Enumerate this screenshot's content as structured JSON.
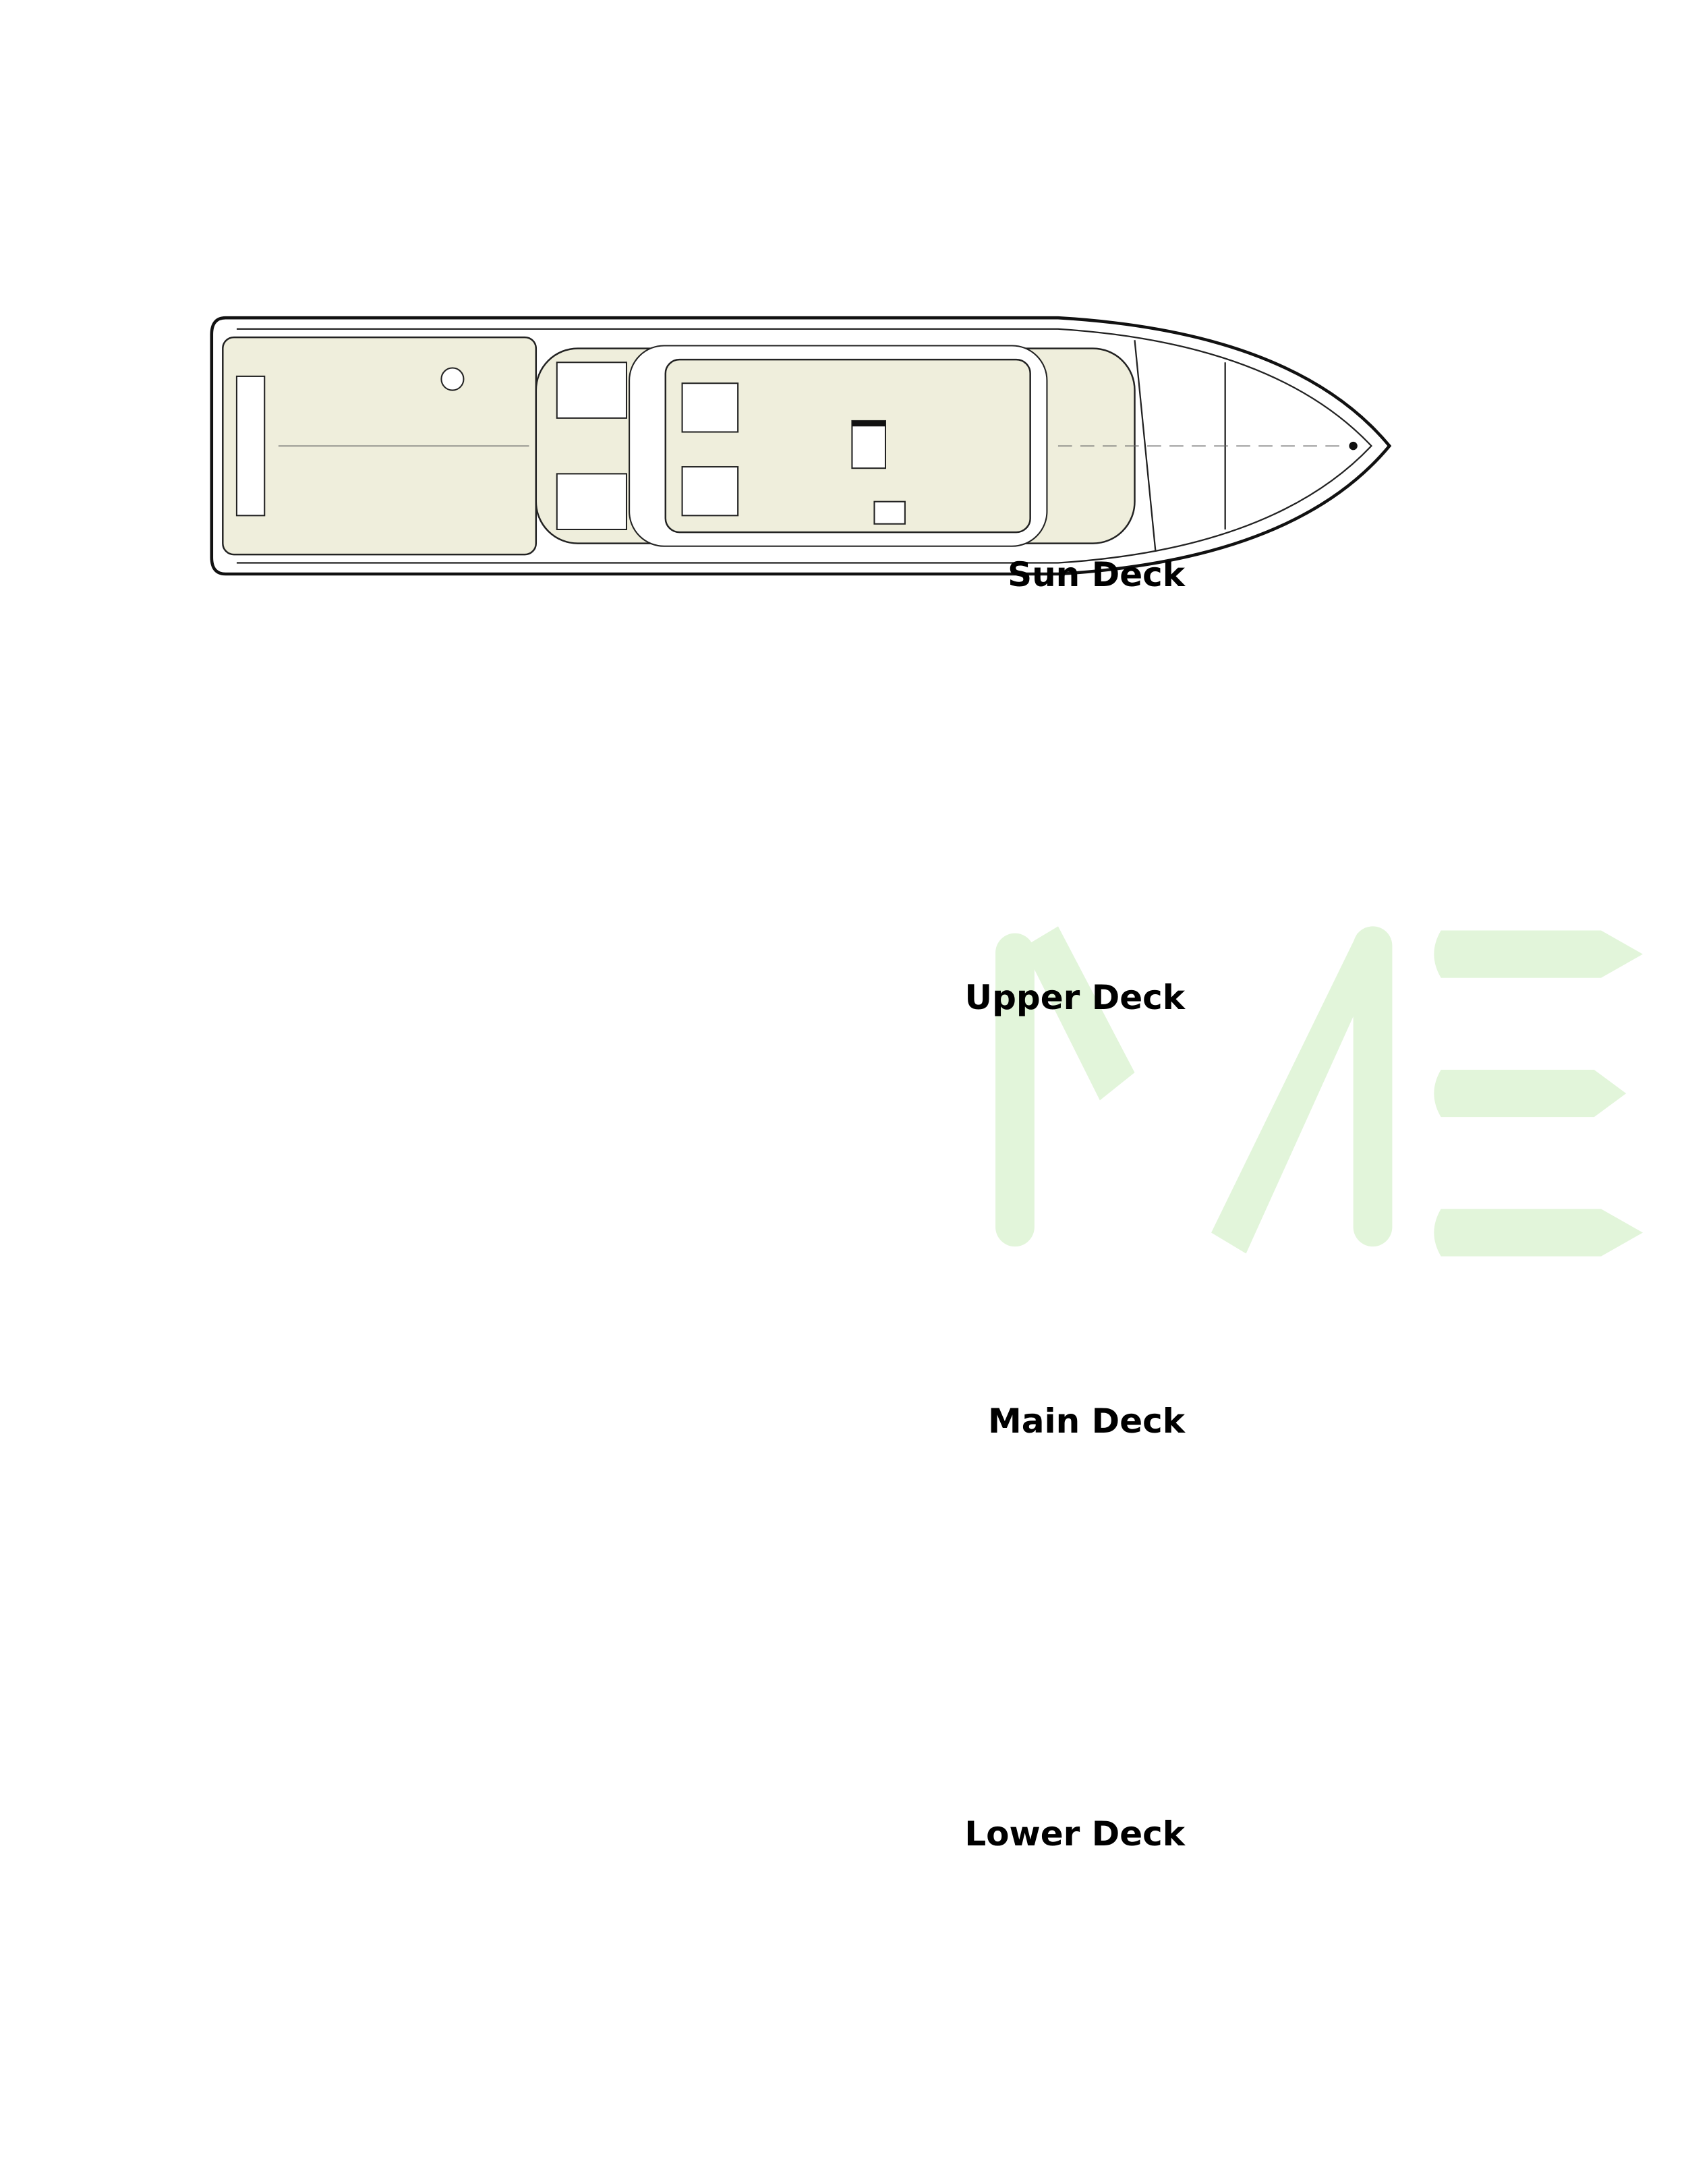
{
  "decks": [
    {
      "name": "Sun Deck"
    },
    {
      "name": "Upper Deck"
    },
    {
      "name": "Main Deck"
    },
    {
      "name": "Lower Deck"
    }
  ],
  "watermark": {
    "text": "ME",
    "color": "#e2f5da"
  },
  "colors": {
    "deck_teak": "#efeedc",
    "outline": "#111111"
  }
}
